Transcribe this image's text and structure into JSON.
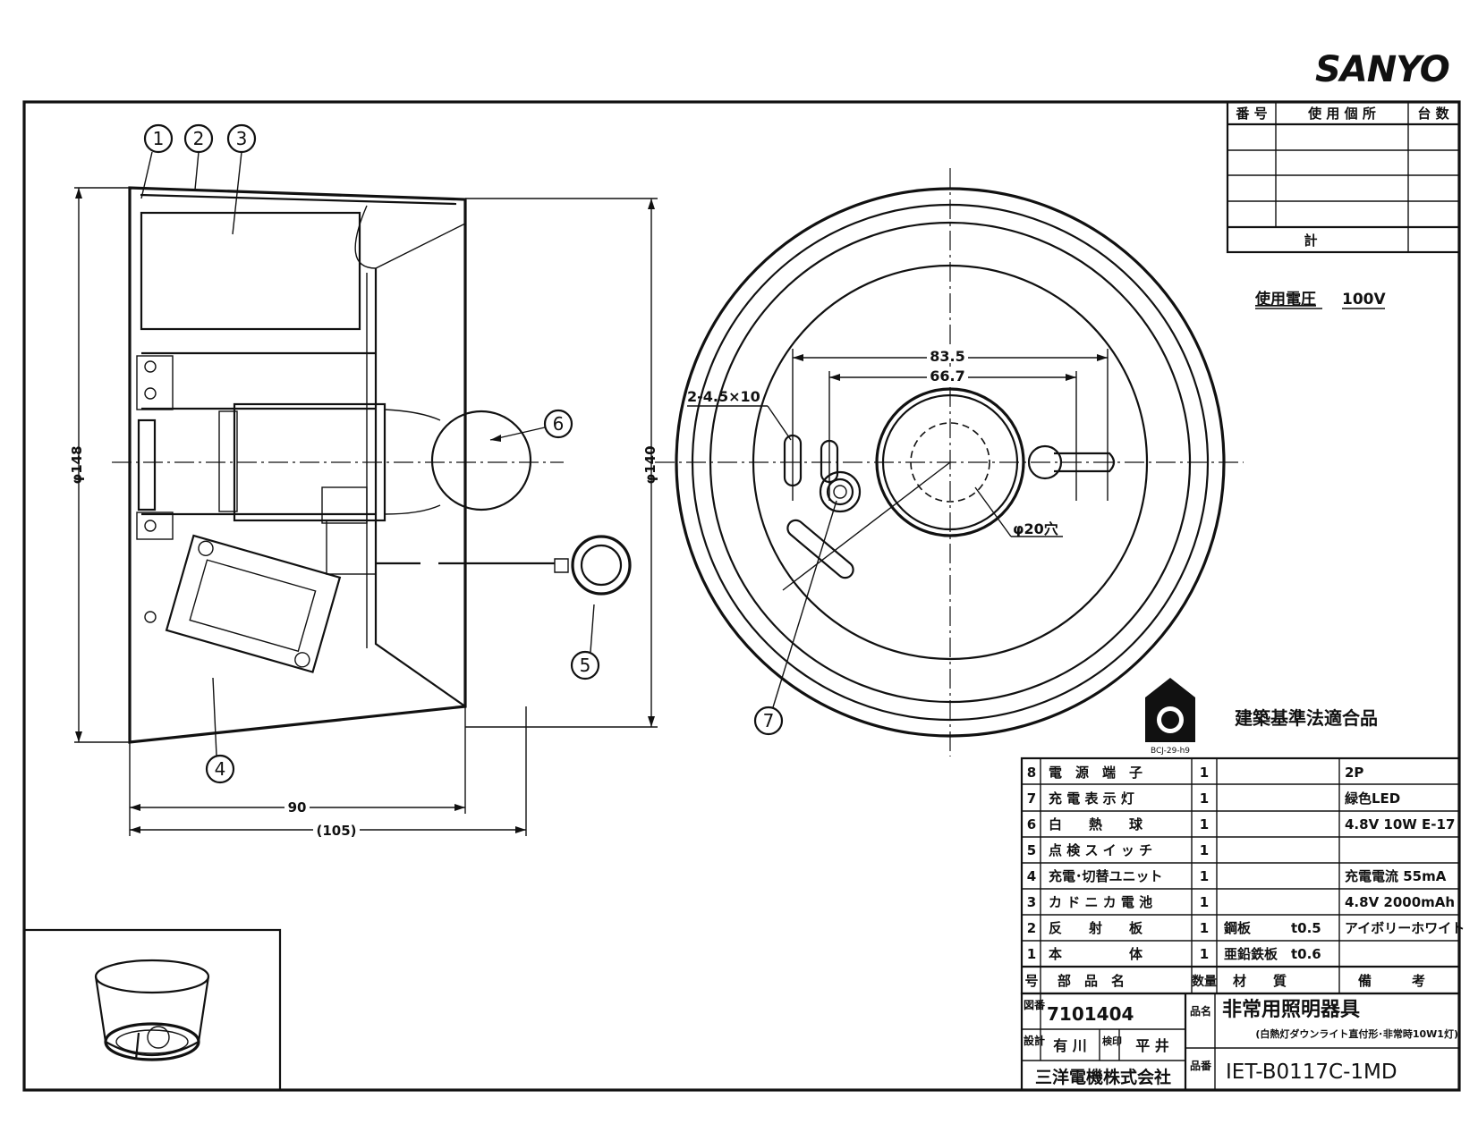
{
  "brand": {
    "logo_text": "SANYO"
  },
  "usage_table": {
    "headers": [
      "番 号",
      "使 用 個 所",
      "台 数"
    ],
    "rows": [
      [
        "",
        "",
        ""
      ],
      [
        "",
        "",
        ""
      ],
      [
        "",
        "",
        ""
      ],
      [
        "",
        "",
        ""
      ]
    ],
    "total_label": "計"
  },
  "voltage": {
    "label": "使用電圧",
    "value": "100V"
  },
  "side_view": {
    "callouts": [
      "1",
      "2",
      "3",
      "4",
      "5",
      "6"
    ],
    "dims": {
      "height_outer": "φ148",
      "height_inner": "φ140",
      "depth": "90",
      "depth_total": "(105)"
    }
  },
  "plan_view": {
    "callout": "7",
    "dims": {
      "pitch_outer": "83.5",
      "pitch_inner": "66.7",
      "slots": "2-4.5×10",
      "hole": "φ20穴"
    }
  },
  "certification": {
    "mark_code": "BCJ-29-h9",
    "label": "建築基準法適合品"
  },
  "parts_table": {
    "header": {
      "no": "号",
      "name": "部　品　名",
      "qty": "数量",
      "material": "材　　質",
      "remarks": "備　　　考"
    },
    "rows": [
      {
        "no": "8",
        "name": "電　源　端　子",
        "qty": "1",
        "material": "",
        "remarks": "2P"
      },
      {
        "no": "7",
        "name": "充 電 表 示 灯",
        "qty": "1",
        "material": "",
        "remarks": "緑色LED"
      },
      {
        "no": "6",
        "name": "白　　熱　　球",
        "qty": "1",
        "material": "",
        "remarks": "4.8V 10W  E-17"
      },
      {
        "no": "5",
        "name": "点 検 ス イ ッ チ",
        "qty": "1",
        "material": "",
        "remarks": ""
      },
      {
        "no": "4",
        "name": "充電･切替ユニット",
        "qty": "1",
        "material": "",
        "remarks": "充電電流  55mA"
      },
      {
        "no": "3",
        "name": "カ ド ニ カ 電 池",
        "qty": "1",
        "material": "",
        "remarks": "4.8V 2000mAh"
      },
      {
        "no": "2",
        "name": "反　　射　　板",
        "qty": "1",
        "material": "鋼板　　　t0.5",
        "remarks": "アイボリーホワイト"
      },
      {
        "no": "1",
        "name": "本　　　　　体",
        "qty": "1",
        "material": "亜鉛鉄板　t0.6",
        "remarks": ""
      }
    ]
  },
  "title_block": {
    "drawing_no_label": "図番",
    "drawing_no": "7101404",
    "design_label": "設計",
    "designer": "有 川",
    "check_label": "検印",
    "checker": "平 井",
    "company": "三洋電機株式会社",
    "product_name_label": "品名",
    "product_name": "非常用照明器具",
    "product_subtitle": "(白熱灯ダウンライト直付形･非常時10W1灯)",
    "product_no_label": "品番",
    "product_no": "IET-B0117C-1MD"
  }
}
